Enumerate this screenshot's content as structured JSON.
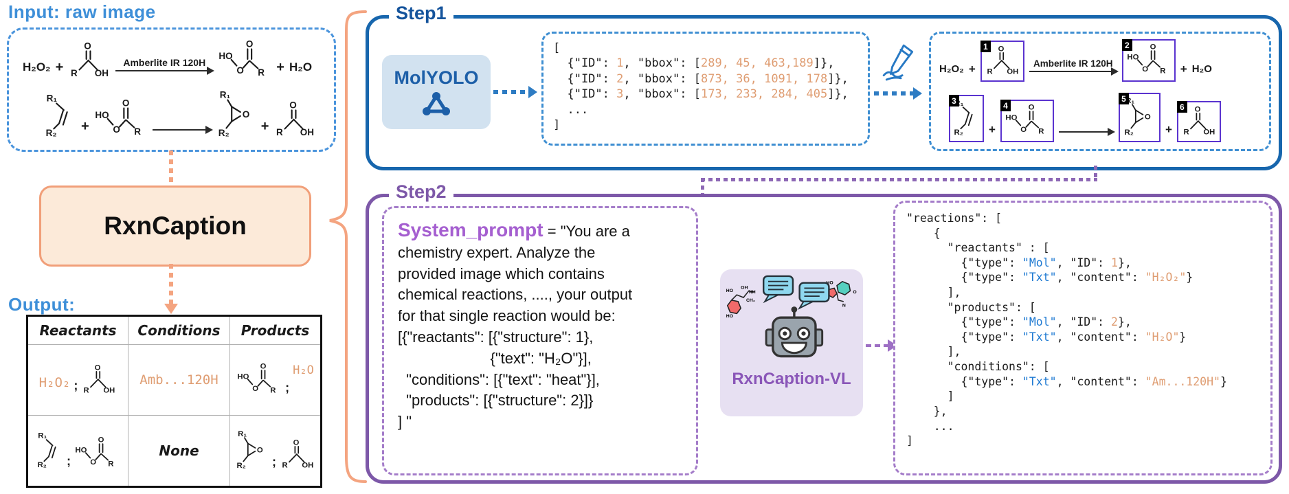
{
  "titles": {
    "input": "Input:  raw image",
    "output": "Output:"
  },
  "rxncaption_label": "RxnCaption",
  "mol": {
    "R": "R",
    "R1": "R₁",
    "R2": "R₂",
    "O": "O",
    "OH": "OH",
    "HO": "HO",
    "N": "N",
    "NH": "NH",
    "CH3": "CH₃"
  },
  "formulas": {
    "h2o2": "H₂O₂",
    "h2o": "H₂O",
    "plus": "+",
    "semicolon": ";"
  },
  "reaction": {
    "condition_label": "Amberlite IR 120H"
  },
  "step1": {
    "label": "Step1",
    "model_name": "MolYOLO",
    "box_ids": [
      "1",
      "2",
      "3",
      "4",
      "5",
      "6"
    ]
  },
  "step2": {
    "label": "Step2",
    "model_name": "RxnCaption-VL",
    "prompt_keyword": "System_prompt",
    "prompt_body": " = \"You are a\nchemistry expert. Analyze the\nprovided image which contains\nchemical reactions, ...., your output\nfor that single reaction would be:\n[{\"reactants\": [{\"structure\": 1},\n                      {\"text\": \"H₂O\"}],\n  \"conditions\": [{\"text\": \"heat\"}],\n  \"products\": [{\"structure\": 2}]}\n] \""
  },
  "table": {
    "headers": [
      "Reactants",
      "Conditions",
      "Products"
    ],
    "row1_condition": "Amb...120H",
    "row2_condition": "None"
  },
  "code_bbox": [
    [
      [
        "p",
        "["
      ]
    ],
    [
      [
        "p",
        "  {\"ID\": "
      ],
      [
        "o",
        "1"
      ],
      [
        "p",
        ", \"bbox\": ["
      ],
      [
        "o",
        "289, 45, 463,189"
      ],
      [
        "p",
        "]},"
      ]
    ],
    [
      [
        "p",
        "  {\"ID\": "
      ],
      [
        "o",
        "2"
      ],
      [
        "p",
        ", \"bbox\": ["
      ],
      [
        "o",
        "873, 36, 1091, 178"
      ],
      [
        "p",
        "]},"
      ]
    ],
    [
      [
        "p",
        "  {\"ID\": "
      ],
      [
        "o",
        "3"
      ],
      [
        "p",
        ", \"bbox\": ["
      ],
      [
        "o",
        "173, 233, 284, 405"
      ],
      [
        "p",
        "]},"
      ]
    ],
    [
      [
        "p",
        "  ..."
      ]
    ],
    [
      [
        "p",
        "]"
      ]
    ]
  ],
  "code_out": [
    [
      [
        "p",
        "\"reactions\": ["
      ]
    ],
    [
      [
        "p",
        "    {"
      ]
    ],
    [
      [
        "p",
        "      \"reactants\" : ["
      ]
    ],
    [
      [
        "p",
        "        {\"type\": "
      ],
      [
        "b",
        "\"Mol\""
      ],
      [
        "p",
        ", \"ID\": "
      ],
      [
        "o",
        "1"
      ],
      [
        "p",
        "},"
      ]
    ],
    [
      [
        "p",
        "        {\"type\": "
      ],
      [
        "b",
        "\"Txt\""
      ],
      [
        "p",
        ", \"content\": "
      ],
      [
        "o",
        "\"H₂O₂\""
      ],
      [
        "p",
        "}"
      ]
    ],
    [
      [
        "p",
        "      ],"
      ]
    ],
    [
      [
        "p",
        "      \"products\": ["
      ]
    ],
    [
      [
        "p",
        "        {\"type\": "
      ],
      [
        "b",
        "\"Mol\""
      ],
      [
        "p",
        ", \"ID\": "
      ],
      [
        "o",
        "2"
      ],
      [
        "p",
        "},"
      ]
    ],
    [
      [
        "p",
        "        {\"type\": "
      ],
      [
        "b",
        "\"Txt\""
      ],
      [
        "p",
        ", \"content\": "
      ],
      [
        "o",
        "\"H₂O\""
      ],
      [
        "p",
        "}"
      ]
    ],
    [
      [
        "p",
        "      ],"
      ]
    ],
    [
      [
        "p",
        "      \"conditions\": ["
      ]
    ],
    [
      [
        "p",
        "        {\"type\": "
      ],
      [
        "b",
        "\"Txt\""
      ],
      [
        "p",
        ", \"content\": "
      ],
      [
        "o",
        "\"Am...120H\""
      ],
      [
        "p",
        "}"
      ]
    ],
    [
      [
        "p",
        "      ]"
      ]
    ],
    [
      [
        "p",
        "    },"
      ]
    ],
    [
      [
        "p",
        "    ..."
      ]
    ],
    [
      [
        "p",
        "]"
      ]
    ]
  ]
}
